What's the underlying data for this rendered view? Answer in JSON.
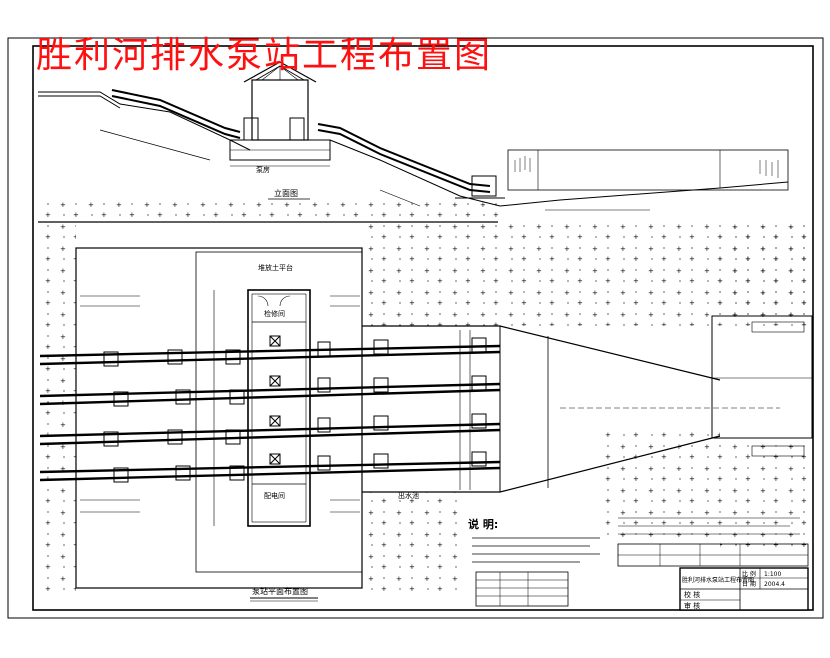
{
  "title": "胜利河排水泵站工程布置图",
  "labels": {
    "elevation_view": "立面图",
    "plan_view": "泵站平面布置图",
    "pump_room": "泵房",
    "pile_area": "堆放土平台",
    "repair_room": "检修间",
    "power_room": "配电间",
    "notes": "说 明:"
  },
  "title_block": {
    "drawing_name": "胜利河排水泵站工程布置图",
    "scale_label": "比 例",
    "scale_value": "1:100",
    "date_label": "日 期",
    "date_value": "2004.4",
    "designer_label": "校 核",
    "reviewer_label": "审 核"
  },
  "colors": {
    "title": "#ff1010",
    "line": "#000000",
    "background": "#ffffff"
  }
}
